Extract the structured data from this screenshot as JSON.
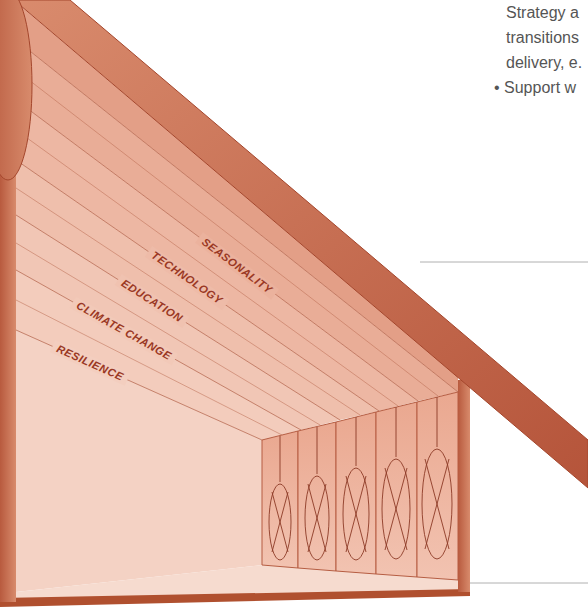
{
  "diagram": {
    "labels": [
      "Strategy a",
      "transitions",
      "delivery, e.",
      "• Support w",
      "SEASONALITY",
      "TECHNOLOGY",
      "EDUCATION",
      "CLIMATE CHANGE",
      "RESILIENCE"
    ]
  }
}
